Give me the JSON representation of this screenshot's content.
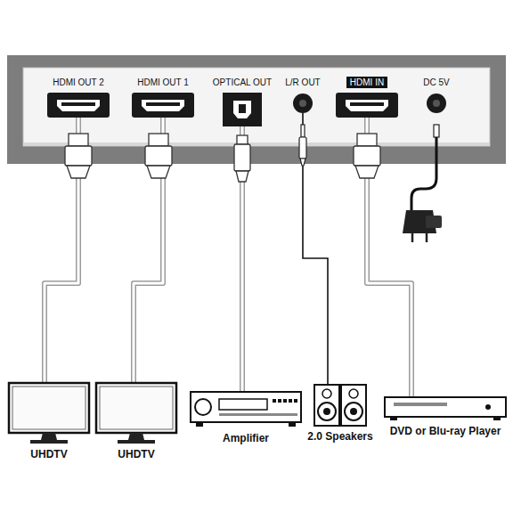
{
  "diagram": {
    "nodes": [
      {
        "text": [
          "HDMI OUT 2"
        ]
      },
      {
        "text": [
          "HDMI OUT 1"
        ]
      },
      {
        "text": [
          "OPTICAL OUT"
        ]
      },
      {
        "text": [
          "L/R OUT"
        ]
      },
      {
        "text": [
          "HDMI IN"
        ]
      },
      {
        "text": [
          "DC 5V"
        ]
      },
      {
        "text": [
          "UHDTV"
        ]
      },
      {
        "text": [
          "UHDTV"
        ]
      },
      {
        "text": [
          "Amplifier"
        ]
      },
      {
        "text": [
          "2.0 Speakers"
        ]
      },
      {
        "text": [
          "DVD or Blu-ray Player"
        ]
      }
    ],
    "edges": [
      {
        "from": 0,
        "to": 6,
        "arrow": "none"
      },
      {
        "from": 1,
        "to": 7,
        "arrow": "none"
      },
      {
        "from": 2,
        "to": 8,
        "arrow": "none"
      },
      {
        "from": 3,
        "to": 9,
        "arrow": "none"
      },
      {
        "from": 4,
        "to": 10,
        "arrow": "none"
      }
    ]
  }
}
